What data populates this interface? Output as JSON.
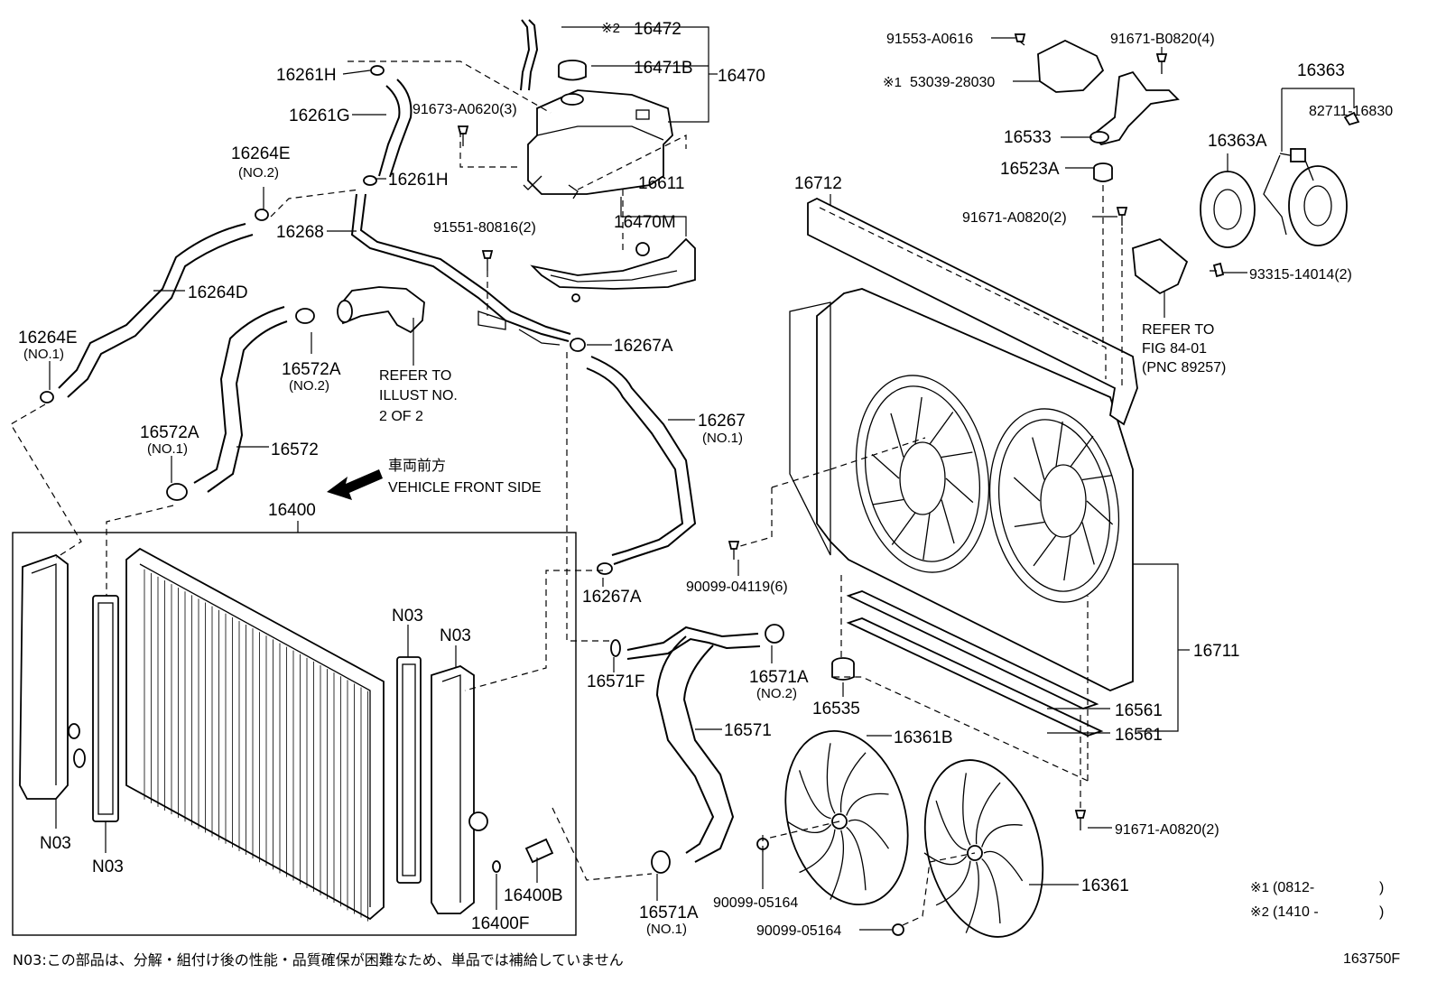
{
  "labels": {
    "l16472": "16472",
    "l16472_mark": "※2",
    "l16471B": "16471B",
    "l16470": "16470",
    "l16261H_a": "16261H",
    "l16261G": "16261G",
    "l91673": "91673-A0620(3)",
    "l16261H_b": "16261H",
    "l16264E_2": "16264E",
    "l16264E_2_sub": "(NO.2)",
    "l16268": "16268",
    "l16611": "16611",
    "l16470M": "16470M",
    "l91551": "91551-80816(2)",
    "l16264D": "16264D",
    "l16264E_1": "16264E",
    "l16264E_1_sub": "(NO.1)",
    "l16572A_2": "16572A",
    "l16572A_2_sub": "(NO.2)",
    "l16267A_a": "16267A",
    "l16267": "16267",
    "l16267_sub": "(NO.1)",
    "l16572A_1": "16572A",
    "l16572A_1_sub": "(NO.1)",
    "l16572": "16572",
    "l16400": "16400",
    "l16267A_b": "16267A",
    "l16571F": "16571F",
    "l16571A_2": "16571A",
    "l16571A_2_sub": "(NO.2)",
    "l16571": "16571",
    "l16571A_1": "16571A",
    "l16571A_1_sub": "(NO.1)",
    "l16400B": "16400B",
    "l16400F": "16400F",
    "lN03_a": "N03",
    "lN03_b": "N03",
    "lN03_c": "N03",
    "lN03_d": "N03",
    "l91553": "91553-A0616",
    "l53039": "53039-28030",
    "l53039_mark": "※1",
    "l91671_B": "91671-B0820(4)",
    "l16363": "16363",
    "l82711": "82711-16830",
    "l16533": "16533",
    "l16363A": "16363A",
    "l16523A": "16523A",
    "l16712": "16712",
    "l91671_A_top": "91671-A0820(2)",
    "l93315": "93315-14014(2)",
    "l90099_04119": "90099-04119(6)",
    "l16711": "16711",
    "l16535": "16535",
    "l16561_a": "16561",
    "l16561_b": "16561",
    "l16361B": "16361B",
    "l91671_A_bot": "91671-A0820(2)",
    "l16361": "16361",
    "l90099_05164_a": "90099-05164",
    "l90099_05164_b": "90099-05164"
  },
  "refer_hose": [
    "REFER TO",
    "ILLUST NO.",
    "2 OF 2"
  ],
  "refer_fig": [
    "REFER TO",
    "FIG 84-01",
    "(PNC 89257)"
  ],
  "direction": {
    "jp": "車両前方",
    "en": "VEHICLE FRONT SIDE"
  },
  "legend": {
    "row1_mark": "※1",
    "row1_text": "(0812-",
    "row1_close": ")",
    "row2_mark": "※2",
    "row2_text": "(1410 -",
    "row2_close": ")"
  },
  "footnote": "N03:この部品は、分解・組付け後の性能・品質確保が困難なため、単品では補給していません",
  "figure_id": "163750F"
}
